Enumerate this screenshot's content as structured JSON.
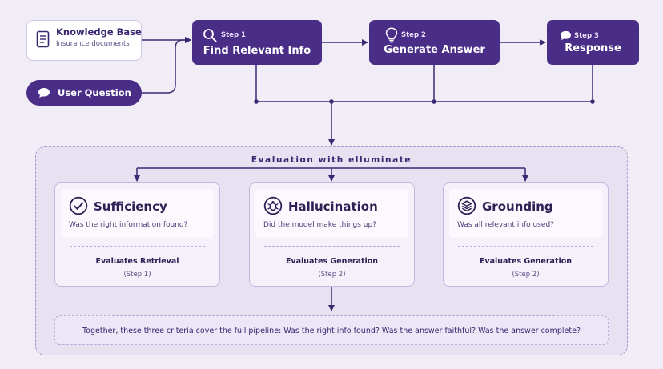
{
  "inputs": {
    "knowledge_base": {
      "title": "Knowledge Base",
      "subtitle": "Insurance documents",
      "icon": "document-icon"
    },
    "user_question": {
      "label": "User Question",
      "icon": "chat-bubble-icon"
    }
  },
  "steps": [
    {
      "step_label": "Step 1",
      "title": "Find Relevant Info",
      "icon": "search-icon"
    },
    {
      "step_label": "Step 2",
      "title": "Generate Answer",
      "icon": "lightbulb-icon"
    },
    {
      "step_label": "Step 3",
      "title": "Response",
      "icon": "chat-bubble-icon"
    }
  ],
  "evaluation": {
    "title": "Evaluation with elluminate",
    "criteria": [
      {
        "name": "Sufficiency",
        "question": "Was the right information found?",
        "evaluates": "Evaluates Retrieval",
        "step": "(Step 1)",
        "icon": "check-circle-icon"
      },
      {
        "name": "Hallucination",
        "question": "Did the model make things up?",
        "evaluates": "Evaluates Generation",
        "step": "(Step 2)",
        "icon": "bug-icon"
      },
      {
        "name": "Grounding",
        "question": "Was all relevant info used?",
        "evaluates": "Evaluates Generation",
        "step": "(Step 2)",
        "icon": "layers-icon"
      }
    ],
    "summary": "Together, these three criteria cover the full pipeline: Was the right info found? Was the answer faithful? Was the answer complete?"
  },
  "colors": {
    "primary": "#4a2d86",
    "background": "#f0edf6",
    "region": "#e7e1f2",
    "card": "#f5f1fb",
    "line": "#3d2873"
  }
}
